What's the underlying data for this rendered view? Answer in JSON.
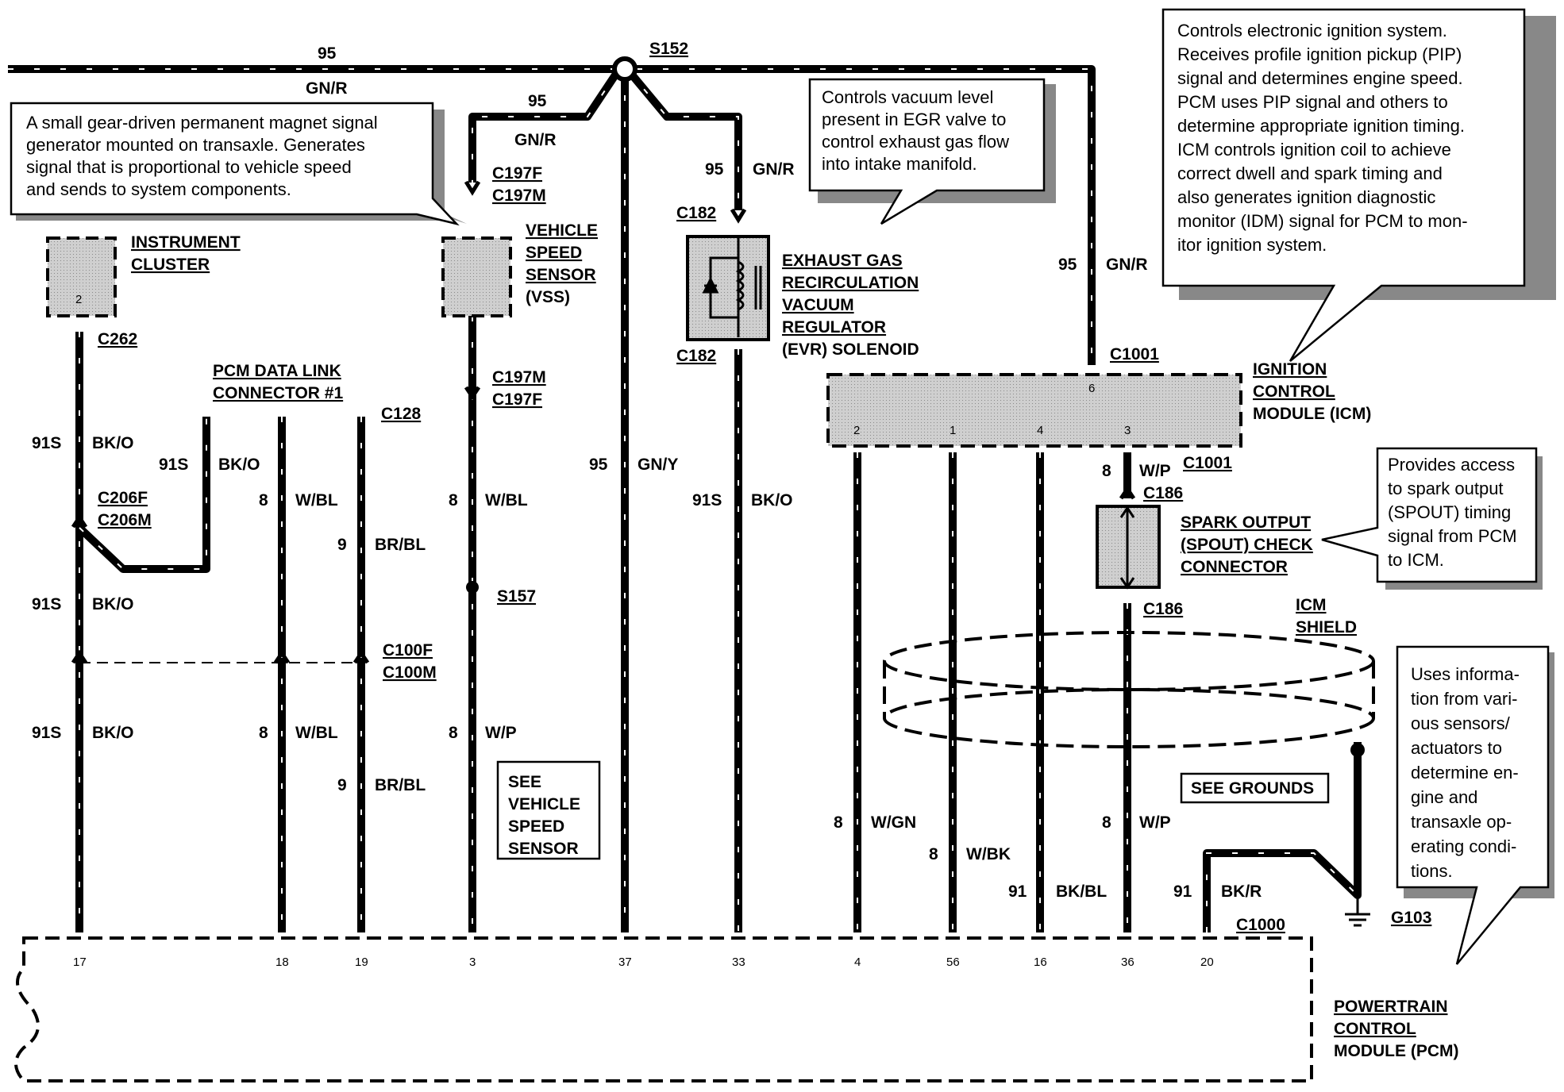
{
  "wire_labels": {
    "top_95": "95",
    "top_gnr": "GN/R",
    "s152": "S152",
    "vss_95": "95",
    "vss_gnr": "GN/R",
    "evr_95": "95",
    "evr_gnr": "GN/R",
    "icm_95": "95",
    "icm_gnr": "GN/R",
    "ic_91s_a": "91S",
    "ic_bko_a": "BK/O",
    "ic_91s_b": "91S",
    "ic_bko_b": "BK/O",
    "ic_91s_c": "91S",
    "ic_bko_c": "BK/O",
    "dl_91s": "91S",
    "dl_bko": "BK/O",
    "dl_8_a": "8",
    "dl_wbl_a": "W/BL",
    "dl_9_a": "9",
    "dl_brbl_a": "BR/BL",
    "dl_8_b": "8",
    "dl_wbl_b": "W/BL",
    "dl_9_b": "9",
    "dl_brbl_b": "BR/BL",
    "vss_8_a": "8",
    "vss_wbl": "W/BL",
    "vss_8_b": "8",
    "vss_wp": "W/P",
    "s152_95": "95",
    "s152_gny": "GN/Y",
    "evr_91s": "91S",
    "evr_bko": "BK/O",
    "icm_8_wgn": "8",
    "icm_wgn": "W/GN",
    "icm_8_wbk": "8",
    "icm_wbk": "W/BK",
    "icm_91": "91",
    "icm_bkbl": "BK/BL",
    "icm_8_wp_a": "8",
    "icm_wp_a": "W/P",
    "icm_8_wp_b": "8",
    "icm_wp_b": "W/P",
    "g103_91": "91",
    "g103_bkr": "BK/R"
  },
  "connectors": {
    "c262": "C262",
    "c206f": "C206F",
    "c206m": "C206M",
    "c128": "C128",
    "c100f": "C100F",
    "c100m": "C100M",
    "c197f_top": "C197F",
    "c197m_top": "C197M",
    "c197m_bot": "C197M",
    "c197f_bot": "C197F",
    "s157": "S157",
    "c182_top": "C182",
    "c182_bot": "C182",
    "c1001_top": "C1001",
    "c1001_bot": "C1001",
    "c186_top": "C186",
    "c186_bot": "C186",
    "c1000": "C1000",
    "g103": "G103"
  },
  "components": {
    "instrument_cluster": [
      "INSTRUMENT",
      "CLUSTER"
    ],
    "pcm_dlc": [
      "PCM DATA LINK",
      "CONNECTOR #1"
    ],
    "vss": [
      "VEHICLE",
      "SPEED",
      "SENSOR",
      "(VSS)"
    ],
    "evr": [
      "EXHAUST GAS",
      "RECIRCULATION",
      "VACUUM",
      "REGULATOR",
      "(EVR) SOLENOID"
    ],
    "icm": [
      "IGNITION",
      "CONTROL",
      "MODULE (ICM)"
    ],
    "spout": [
      "SPARK OUTPUT",
      "(SPOUT) CHECK",
      "CONNECTOR"
    ],
    "icm_shield": [
      "ICM",
      "SHIELD"
    ],
    "pcm": [
      "POWERTRAIN",
      "CONTROL",
      "MODULE (PCM)"
    ],
    "see_vss": [
      "SEE",
      "VEHICLE",
      "SPEED",
      "SENSOR"
    ],
    "see_grounds": "SEE GROUNDS"
  },
  "pins": {
    "ic_2": "2",
    "icm_2": "2",
    "icm_1": "1",
    "icm_4": "4",
    "icm_3": "3",
    "icm_6": "6",
    "pcm_17": "17",
    "pcm_18": "18",
    "pcm_19": "19",
    "pcm_3": "3",
    "pcm_37": "37",
    "pcm_33": "33",
    "pcm_4": "4",
    "pcm_56": "56",
    "pcm_16": "16",
    "pcm_36": "36",
    "pcm_20": "20"
  },
  "callouts": {
    "vss": [
      "A small gear-driven permanent magnet signal",
      "generator mounted on transaxle. Generates",
      "signal that is proportional to vehicle speed",
      "and sends to system components."
    ],
    "evr": [
      "Controls vacuum level",
      "present in EGR valve to",
      "control exhaust gas flow",
      "into intake manifold."
    ],
    "icm": [
      "Controls electronic ignition system.",
      "Receives profile ignition pickup (PIP)",
      "signal and determines engine speed.",
      "PCM uses PIP signal and others to",
      "determine appropriate ignition timing.",
      "ICM controls ignition coil to achieve",
      "correct dwell and spark timing and",
      "also generates ignition diagnostic",
      "monitor (IDM) signal for PCM to mon-",
      "itor ignition system."
    ],
    "spout": [
      "Provides access",
      "to spark output",
      "(SPOUT) timing",
      "signal from PCM",
      "to ICM."
    ],
    "pcm": [
      "Uses informa-",
      "tion from vari-",
      "ous sensors/",
      "actuators to",
      "determine en-",
      "gine and",
      "transaxle op-",
      "erating condi-",
      "tions."
    ]
  }
}
